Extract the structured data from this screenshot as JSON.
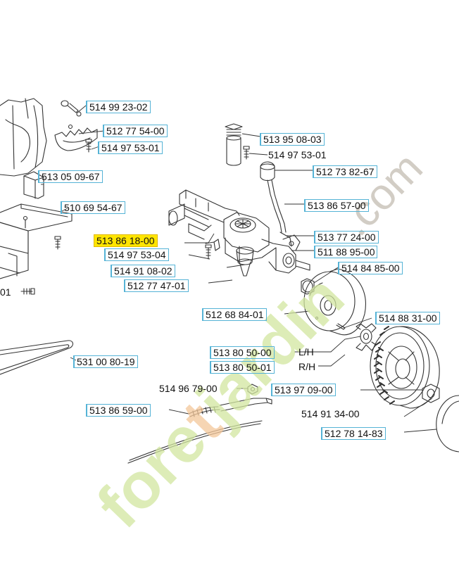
{
  "parts": [
    {
      "id": "p1",
      "text": "514 99 23-02"
    },
    {
      "id": "p2",
      "text": "512 77 54-00"
    },
    {
      "id": "p3",
      "text": "514 97 53-01"
    },
    {
      "id": "p4",
      "text": "513 95 08-03"
    },
    {
      "id": "p5",
      "text": "514 97 53-01"
    },
    {
      "id": "p6",
      "text": "513 05 09-67"
    },
    {
      "id": "p7",
      "text": "512 73 82-67"
    },
    {
      "id": "p8",
      "text": "510 69 54-67"
    },
    {
      "id": "p9",
      "text": "513 86 57-00"
    },
    {
      "id": "p10",
      "text": "513 86 18-00",
      "highlighted": true
    },
    {
      "id": "p11",
      "text": "513 77 24-00"
    },
    {
      "id": "p12",
      "text": "514 97 53-04"
    },
    {
      "id": "p13",
      "text": "511 88 95-00"
    },
    {
      "id": "p14",
      "text": "514 91 08-02"
    },
    {
      "id": "p15",
      "text": "514 84 85-00"
    },
    {
      "id": "p16",
      "text": "512 77 47-01"
    },
    {
      "id": "p17",
      "text": "01"
    },
    {
      "id": "p18",
      "text": "512 68 84-01"
    },
    {
      "id": "p19",
      "text": "514 88 31-00"
    },
    {
      "id": "p20",
      "text": "513 80 50-00",
      "suffix": "L/H"
    },
    {
      "id": "p21",
      "text": "531 00 80-19"
    },
    {
      "id": "p22",
      "text": "513 80 50-01",
      "suffix": "R/H"
    },
    {
      "id": "p23",
      "text": "514 96 79-00"
    },
    {
      "id": "p24",
      "text": "513 97 09-00"
    },
    {
      "id": "p25",
      "text": "514 91 34-00"
    },
    {
      "id": "p26",
      "text": "513 86 59-00"
    },
    {
      "id": "p27",
      "text": "512 78 14-83"
    }
  ],
  "watermark": {
    "letters": [
      "f",
      "o",
      "r",
      "e",
      "t",
      "j",
      "a",
      "r",
      "d",
      "i",
      "n"
    ],
    "suffix": ".com",
    "green": "#d2e6a0",
    "orange": "#f4c79a",
    "grey": "#cbc5bb"
  },
  "colors": {
    "label_border": "#55b3d6",
    "highlight": "#ffe500",
    "line": "#333333"
  }
}
